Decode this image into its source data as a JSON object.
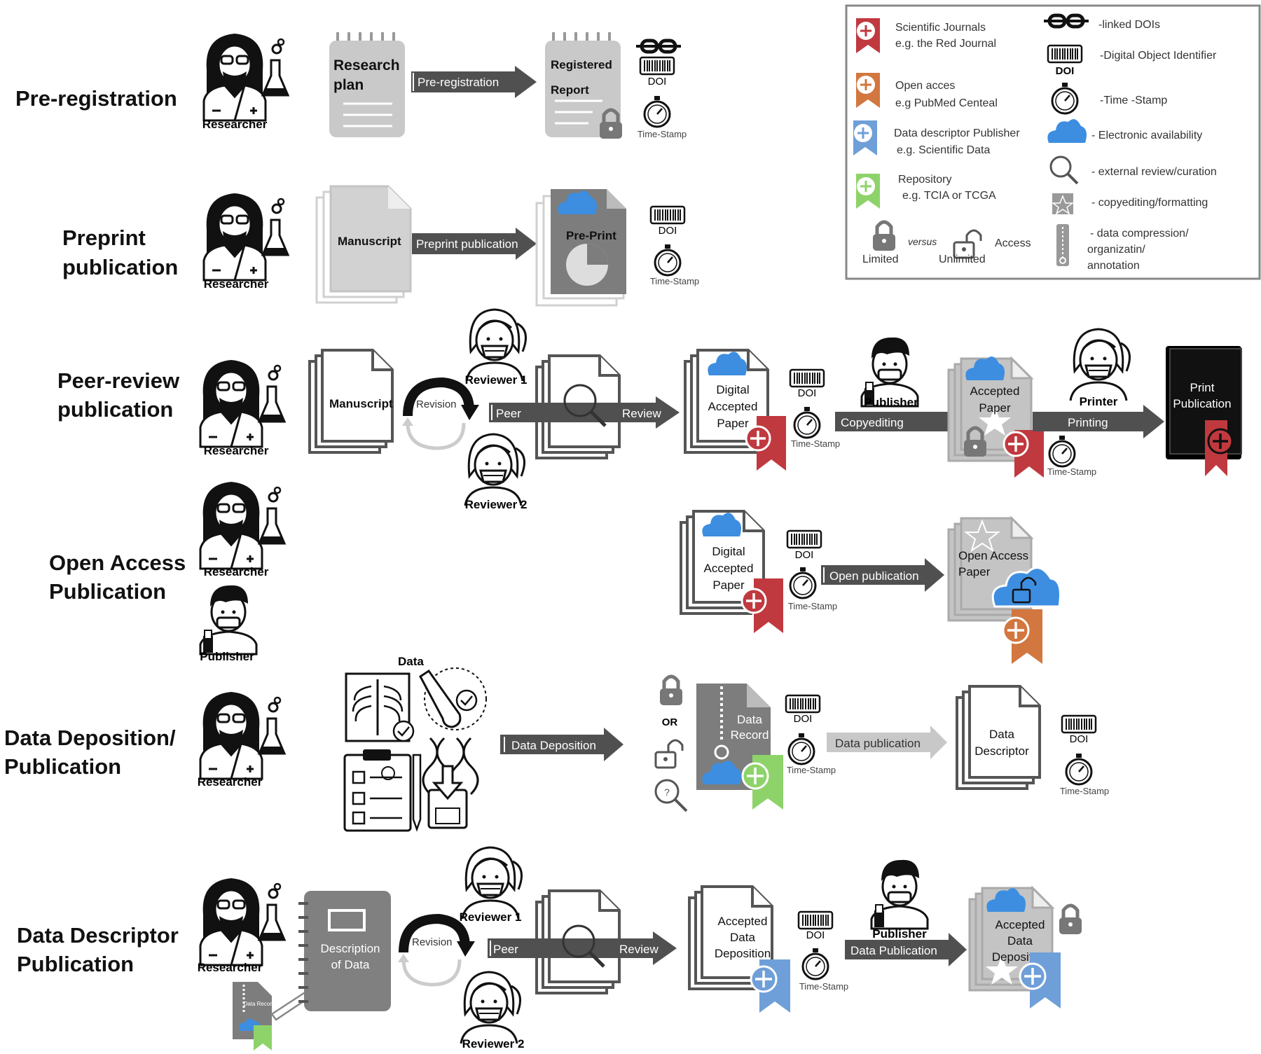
{
  "colors": {
    "journal_red": "#c0393f",
    "open_access_orange": "#d2773f",
    "data_descriptor_blue": "#6f9fd8",
    "repository_green": "#8ed36a",
    "cloud_blue": "#3d8ee0",
    "arrow_dark": "#505050",
    "doc_gray": "#9a9a9a"
  },
  "rows": {
    "prereg": {
      "label": "Pre-registration",
      "researcher": "Researcher",
      "doc1_line1": "Research",
      "doc1_line2": "plan",
      "arrow": "Pre-registration",
      "doc2_line1": "Registered",
      "doc2_line2": "Report",
      "doi": "DOI",
      "timestamp": "Time-Stamp"
    },
    "preprint": {
      "label_line1": "Preprint",
      "label_line2": "publication",
      "researcher": "Researcher",
      "doc1": "Manuscript",
      "arrow": "Preprint publication",
      "doc2": "Pre-Print",
      "doi": "DOI",
      "timestamp": "Time-Stamp"
    },
    "peer": {
      "label_line1": "Peer-review",
      "label_line2": "publication",
      "researcher": "Researcher",
      "doc1": "Manuscript",
      "revision": "Revision",
      "reviewer1": "Reviewer 1",
      "reviewer2": "Reviewer 2",
      "arrow_left": "Peer",
      "arrow_right": "Review",
      "doc2_line1": "Digital",
      "doc2_line2": "Accepted",
      "doc2_line3": "Paper",
      "doi": "DOI",
      "timestamp": "Time-Stamp",
      "publisher": "Publisher",
      "arrow2": "Copyediting",
      "doc3_line1": "Accepted",
      "doc3_line2": "Paper",
      "timestamp2": "Time-Stamp",
      "printer": "Printer",
      "arrow3": "Printing",
      "print_line1": "Print",
      "print_line2": "Publication"
    },
    "open": {
      "label_line1": "Open Access",
      "label_line2": "Publication",
      "researcher": "Researcher",
      "publisher": "Publisher",
      "doc1_line1": "Digital",
      "doc1_line2": "Accepted",
      "doc1_line3": "Paper",
      "doi": "DOI",
      "timestamp": "Time-Stamp",
      "arrow": "Open publication",
      "doc2_line1": "Open Access",
      "doc2_line2": "Paper"
    },
    "data": {
      "label_line1": "Data Deposition/",
      "label_line2": "Publication",
      "researcher": "Researcher",
      "data_label": "Data",
      "arrow": "Data Deposition",
      "or": "OR",
      "doc1_line1": "Data",
      "doc1_line2": "Record",
      "question": "?",
      "doi": "DOI",
      "timestamp": "Time-Stamp",
      "arrow2": "Data publication",
      "doc2_line1": "Data",
      "doc2_line2": "Descriptor",
      "doi2": "DOI",
      "timestamp2": "Time-Stamp"
    },
    "dd": {
      "label_line1": "Data Descriptor",
      "label_line2": "Publication",
      "researcher": "Researcher",
      "mini_record": "Data Record",
      "book_line1": "Description",
      "book_line2": "of Data",
      "revision": "Revision",
      "reviewer1": "Reviewer 1",
      "reviewer2": "Reviewer 2",
      "arrow_left": "Peer",
      "arrow_right": "Review",
      "doc2_line1": "Accepted",
      "doc2_line2": "Data",
      "doc2_line3": "Deposition",
      "doi": "DOI",
      "timestamp": "Time-Stamp",
      "publisher": "Publisher",
      "arrow2": "Data Publication",
      "doc3_line1": "Accepted",
      "doc3_line2": "Data",
      "doc3_line3": "Deposition"
    }
  },
  "legend": {
    "journals_line1": "Scientific Journals",
    "journals_line2": "e.g. the Red Journal",
    "open_line1": "Open acces",
    "open_line2": "e.g PubMed Centeal",
    "descriptor_line1": "Data descriptor Publisher",
    "descriptor_line2": "e.g. Scientific Data",
    "repo_line1": "Repository",
    "repo_line2": "e.g. TCIA or TCGA",
    "limited": "Limited",
    "versus": "versus",
    "unlimited": "Unlimited",
    "access": "Access",
    "linked": "-linked DOIs",
    "doi_icon": "DOI",
    "doi_text": "-Digital Object Identifier",
    "time": "-Time -Stamp",
    "cloud": "- Electronic availability",
    "review": "- external review/curation",
    "copyedit": "- copyediting/formatting",
    "compress_line1": "- data compression/",
    "compress_line2": "organizatin/",
    "compress_line3": "annotation"
  }
}
